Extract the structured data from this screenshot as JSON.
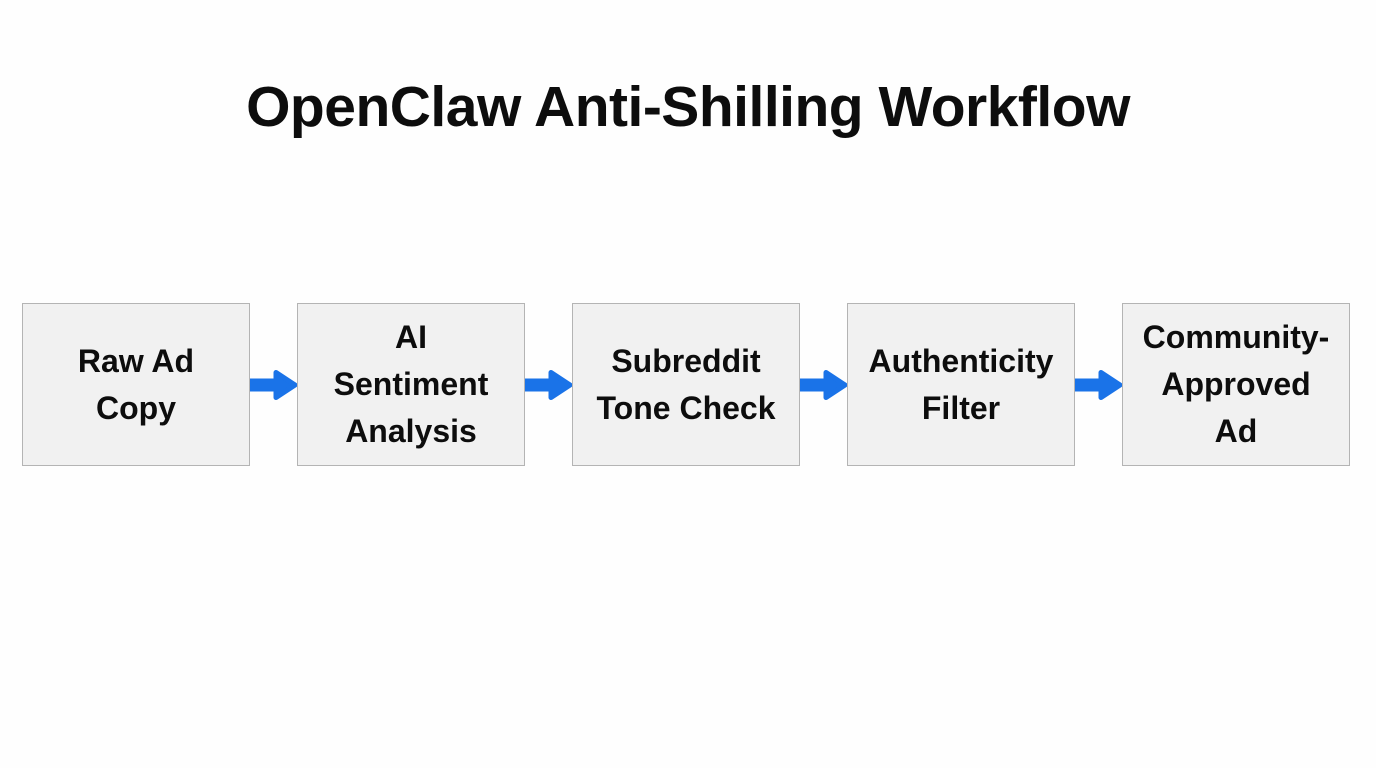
{
  "title": "OpenClaw Anti-Shilling Workflow",
  "theme": {
    "background": "#fefefe",
    "node_fill": "#f1f1f1",
    "node_border": "#b4b4b4",
    "text_color": "#0d0d0d",
    "arrow_color": "#1a73e8"
  },
  "flow": {
    "nodes": [
      {
        "id": "raw-ad-copy",
        "label": "Raw Ad\nCopy"
      },
      {
        "id": "ai-sentiment-analysis",
        "label": "AI\nSentiment\nAnalysis"
      },
      {
        "id": "subreddit-tone-check",
        "label": "Subreddit\nTone Check"
      },
      {
        "id": "authenticity-filter",
        "label": "Authenticity\nFilter"
      },
      {
        "id": "community-approved-ad",
        "label": "Community-\nApproved\nAd"
      }
    ],
    "connectors": [
      {
        "id": "arrow-1",
        "icon": "arrow-right-icon"
      },
      {
        "id": "arrow-2",
        "icon": "arrow-right-icon"
      },
      {
        "id": "arrow-3",
        "icon": "arrow-right-icon"
      },
      {
        "id": "arrow-4",
        "icon": "arrow-right-icon"
      }
    ]
  }
}
